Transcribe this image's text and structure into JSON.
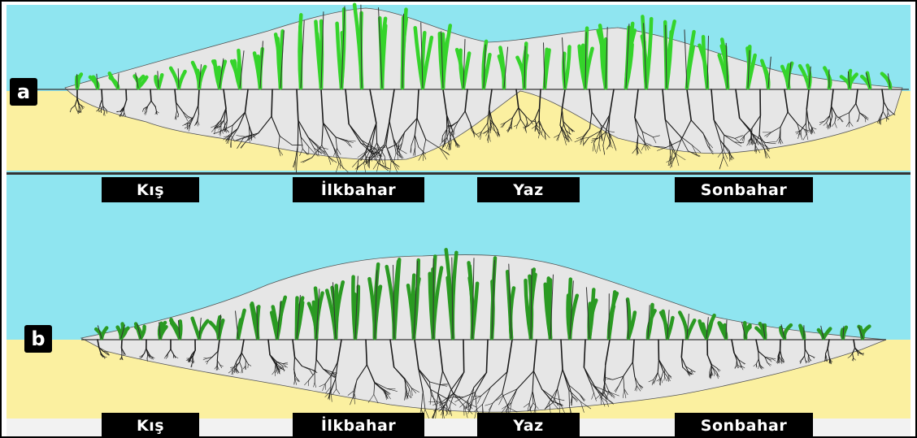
{
  "panels": [
    {
      "badge": "a",
      "seasons": [
        "Kış",
        "İlkbahar",
        "Yaz",
        "Sonbahar"
      ]
    },
    {
      "badge": "b",
      "seasons": [
        "Kış",
        "İlkbahar",
        "Yaz",
        "Sonbahar"
      ]
    }
  ],
  "colors": {
    "sky": "#8fe5f0",
    "soil": "#fbf0a0",
    "panel_a_foliage": "#35d42b",
    "panel_b_foliage": "#2a9a22",
    "roots": "#1a1a1a",
    "label_bg": "#000000",
    "label_text": "#ffffff"
  }
}
